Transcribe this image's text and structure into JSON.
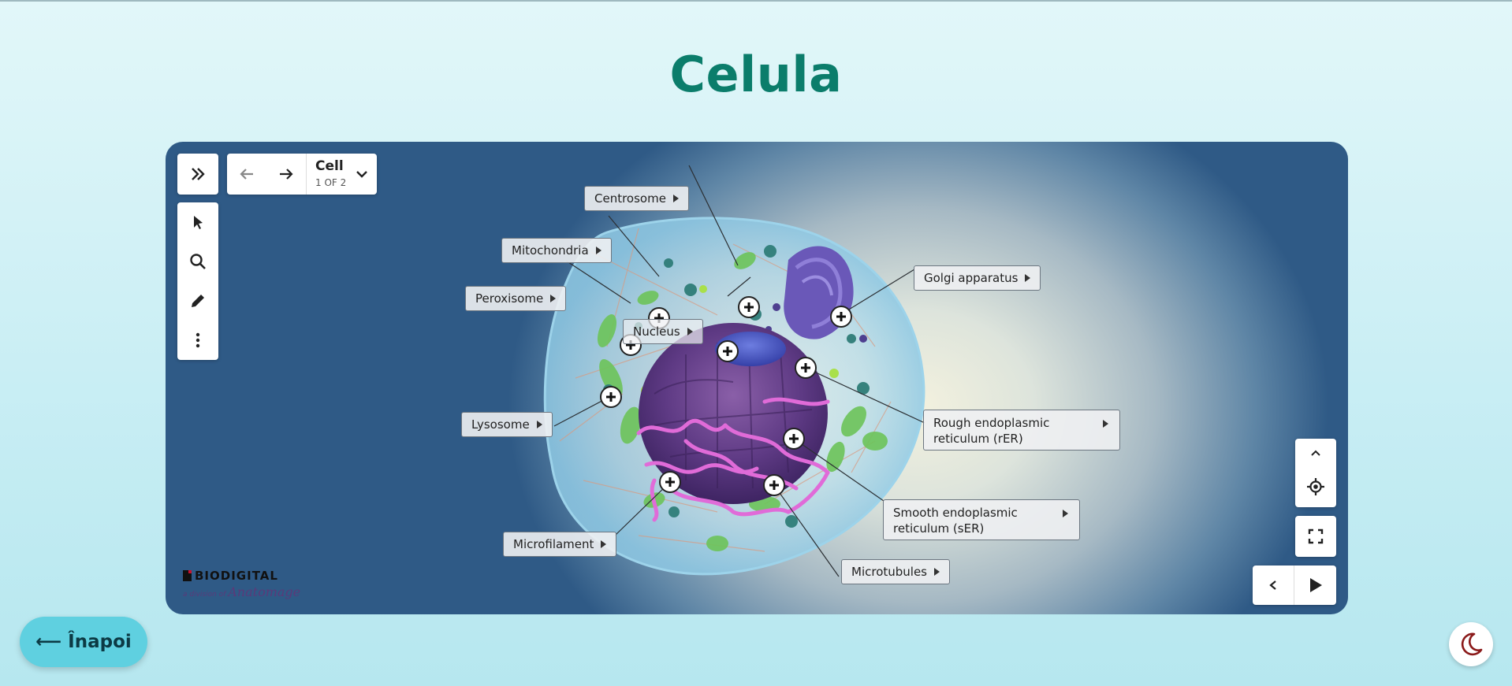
{
  "page": {
    "title": "Celula"
  },
  "viewer": {
    "nav": {
      "model_title": "Cell",
      "page_indicator": "1 OF 2"
    },
    "labels": {
      "centrosome": "Centrosome",
      "mitochondria": "Mitochondria",
      "peroxisome": "Peroxisome",
      "nucleus": "Nucleus",
      "golgi": "Golgi apparatus",
      "lysosome": "Lysosome",
      "rough_er": "Rough endoplasmic reticulum (rER)",
      "smooth_er": "Smooth endoplasmic reticulum (sER)",
      "microfilament": "Microfilament",
      "microtubules": "Microtubules"
    },
    "logo": {
      "brand": "BIODIGITAL",
      "division_prefix": "a division of",
      "division_name": "Anatomage"
    }
  },
  "footer": {
    "back_label": "⟵ Înapoi"
  },
  "icons": [
    "expand-icon",
    "arrow-left-icon",
    "arrow-right-icon",
    "chevron-down-icon",
    "pointer-icon",
    "search-icon",
    "pencil-icon",
    "more-icon",
    "chevron-up-icon",
    "locate-icon",
    "fullscreen-icon",
    "chevron-left-icon",
    "play-icon",
    "moon-icon",
    "plus-icon"
  ],
  "colors": {
    "title": "#0b7d6b",
    "back_button": "#5fd0e0",
    "moon": "#8b1a1a"
  }
}
